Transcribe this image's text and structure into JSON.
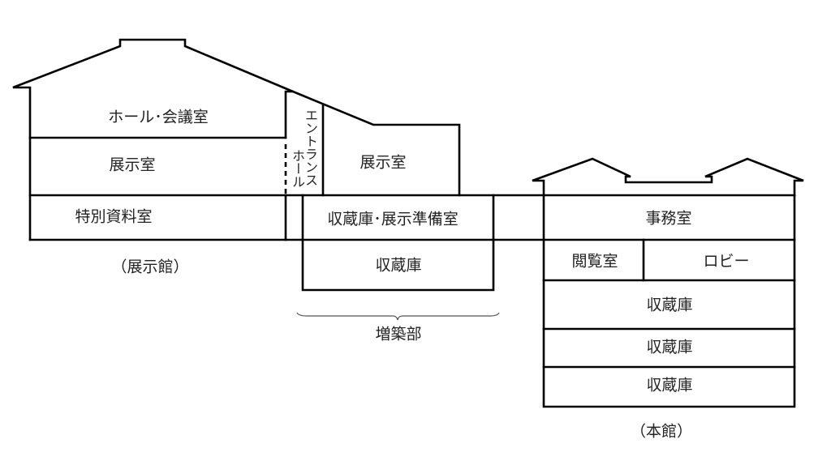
{
  "buildings": {
    "exhibition_hall": {
      "caption": "（展示館）",
      "rooms": {
        "hall_conference": "ホール･会議室",
        "exhibition_room": "展示室",
        "special_archive": "特別資料室"
      }
    },
    "entrance": {
      "col_right": "エントランス",
      "col_left": "ホール"
    },
    "extension": {
      "caption": "増築部",
      "rooms": {
        "exhibition_room": "展示室",
        "storage_prep": "収蔵庫･展示準備室",
        "storage": "収蔵庫"
      }
    },
    "main_hall": {
      "caption": "（本館）",
      "rooms": {
        "office": "事務室",
        "reading_room": "閲覧室",
        "lobby": "ロビー",
        "storage_1": "収蔵庫",
        "storage_2": "収蔵庫",
        "storage_3": "収蔵庫"
      }
    }
  }
}
